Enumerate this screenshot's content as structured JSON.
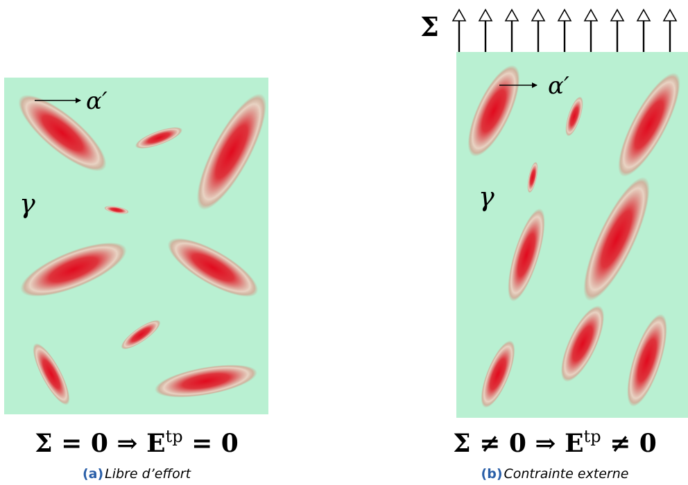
{
  "panel_a": {
    "label_alpha": "α′",
    "label_gamma": "γ",
    "equation": {
      "sigma": "Σ",
      "part1": " = 0 ⇒ E",
      "superscript": "tp",
      "part2": " = 0"
    },
    "caption_letter": "(a)",
    "caption_text": "Libre d’effort"
  },
  "panel_b": {
    "sigma_label": "Σ",
    "label_alpha": "α′",
    "label_gamma": "γ",
    "equation": {
      "sigma": "Σ",
      "part1": " ≠ 0 ⇒ E",
      "superscript": "tp",
      "part2": " ≠ 0"
    },
    "caption_letter": "(b)",
    "caption_text": "Contrainte externe"
  },
  "colors": {
    "matrix": "#b9f0d2",
    "precipitate_core": "#e10a1e",
    "precipitate_halo": "#ebd2c3",
    "caption_letter": "#2a5fa8"
  }
}
